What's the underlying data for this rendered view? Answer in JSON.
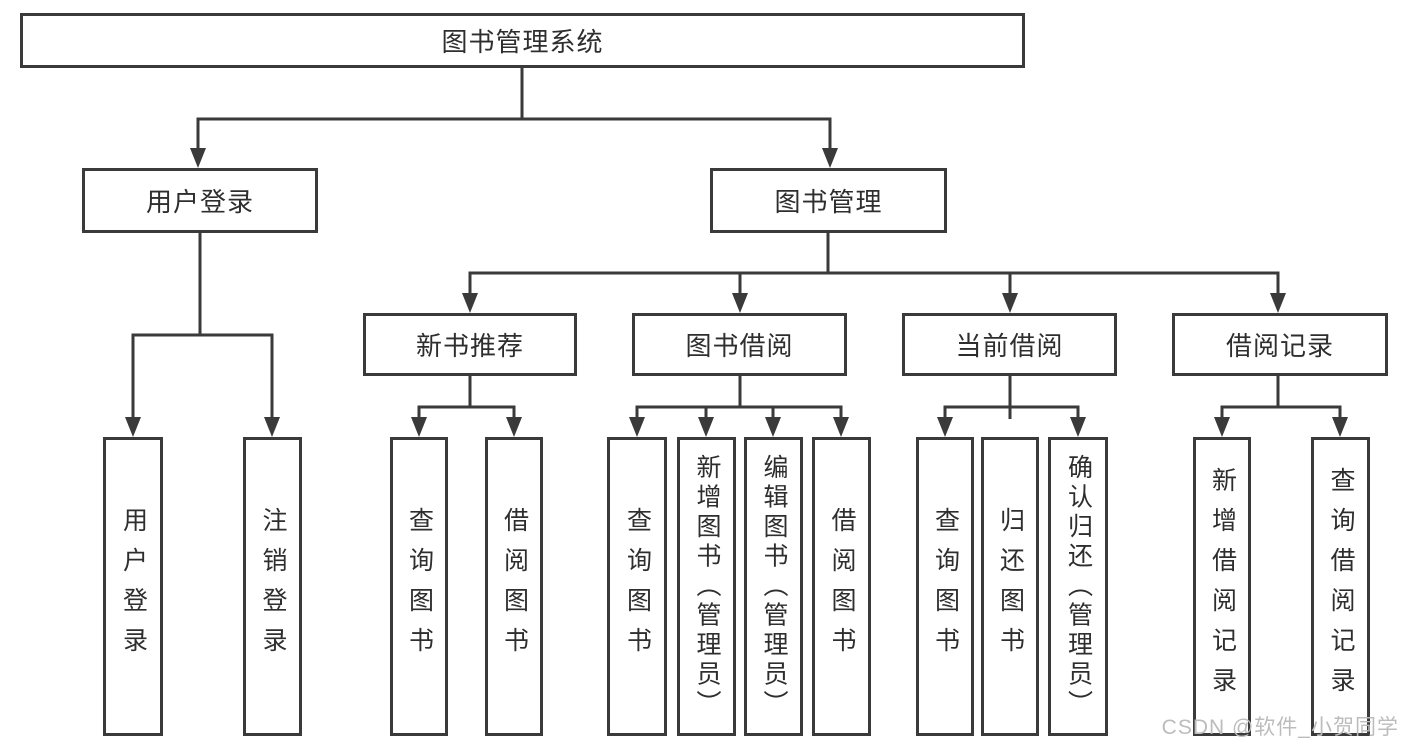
{
  "tree": {
    "root": {
      "label": "图书管理系统"
    },
    "children": [
      {
        "label": "用户登录",
        "children": [
          {
            "label": "用户登录"
          },
          {
            "label": "注销登录"
          }
        ]
      },
      {
        "label": "图书管理",
        "children": [
          {
            "label": "新书推荐",
            "children": [
              {
                "label": "查询图书"
              },
              {
                "label": "借阅图书"
              }
            ]
          },
          {
            "label": "图书借阅",
            "children": [
              {
                "label": "查询图书"
              },
              {
                "label": "新增图书（管理员）"
              },
              {
                "label": "编辑图书（管理员）"
              },
              {
                "label": "借阅图书"
              }
            ]
          },
          {
            "label": "当前借阅",
            "children": [
              {
                "label": "查询图书"
              },
              {
                "label": "归还图书"
              },
              {
                "label": "确认归还（管理员）"
              }
            ]
          },
          {
            "label": "借阅记录",
            "children": [
              {
                "label": "新增借阅记录"
              },
              {
                "label": "查询借阅记录"
              }
            ]
          }
        ]
      }
    ]
  },
  "watermark": "CSDN @软件_小贺同学",
  "colors": {
    "line": "#3a3a3a",
    "text": "#2e2e2e",
    "watermark": "#bcbcbc",
    "bg": "#ffffff"
  }
}
